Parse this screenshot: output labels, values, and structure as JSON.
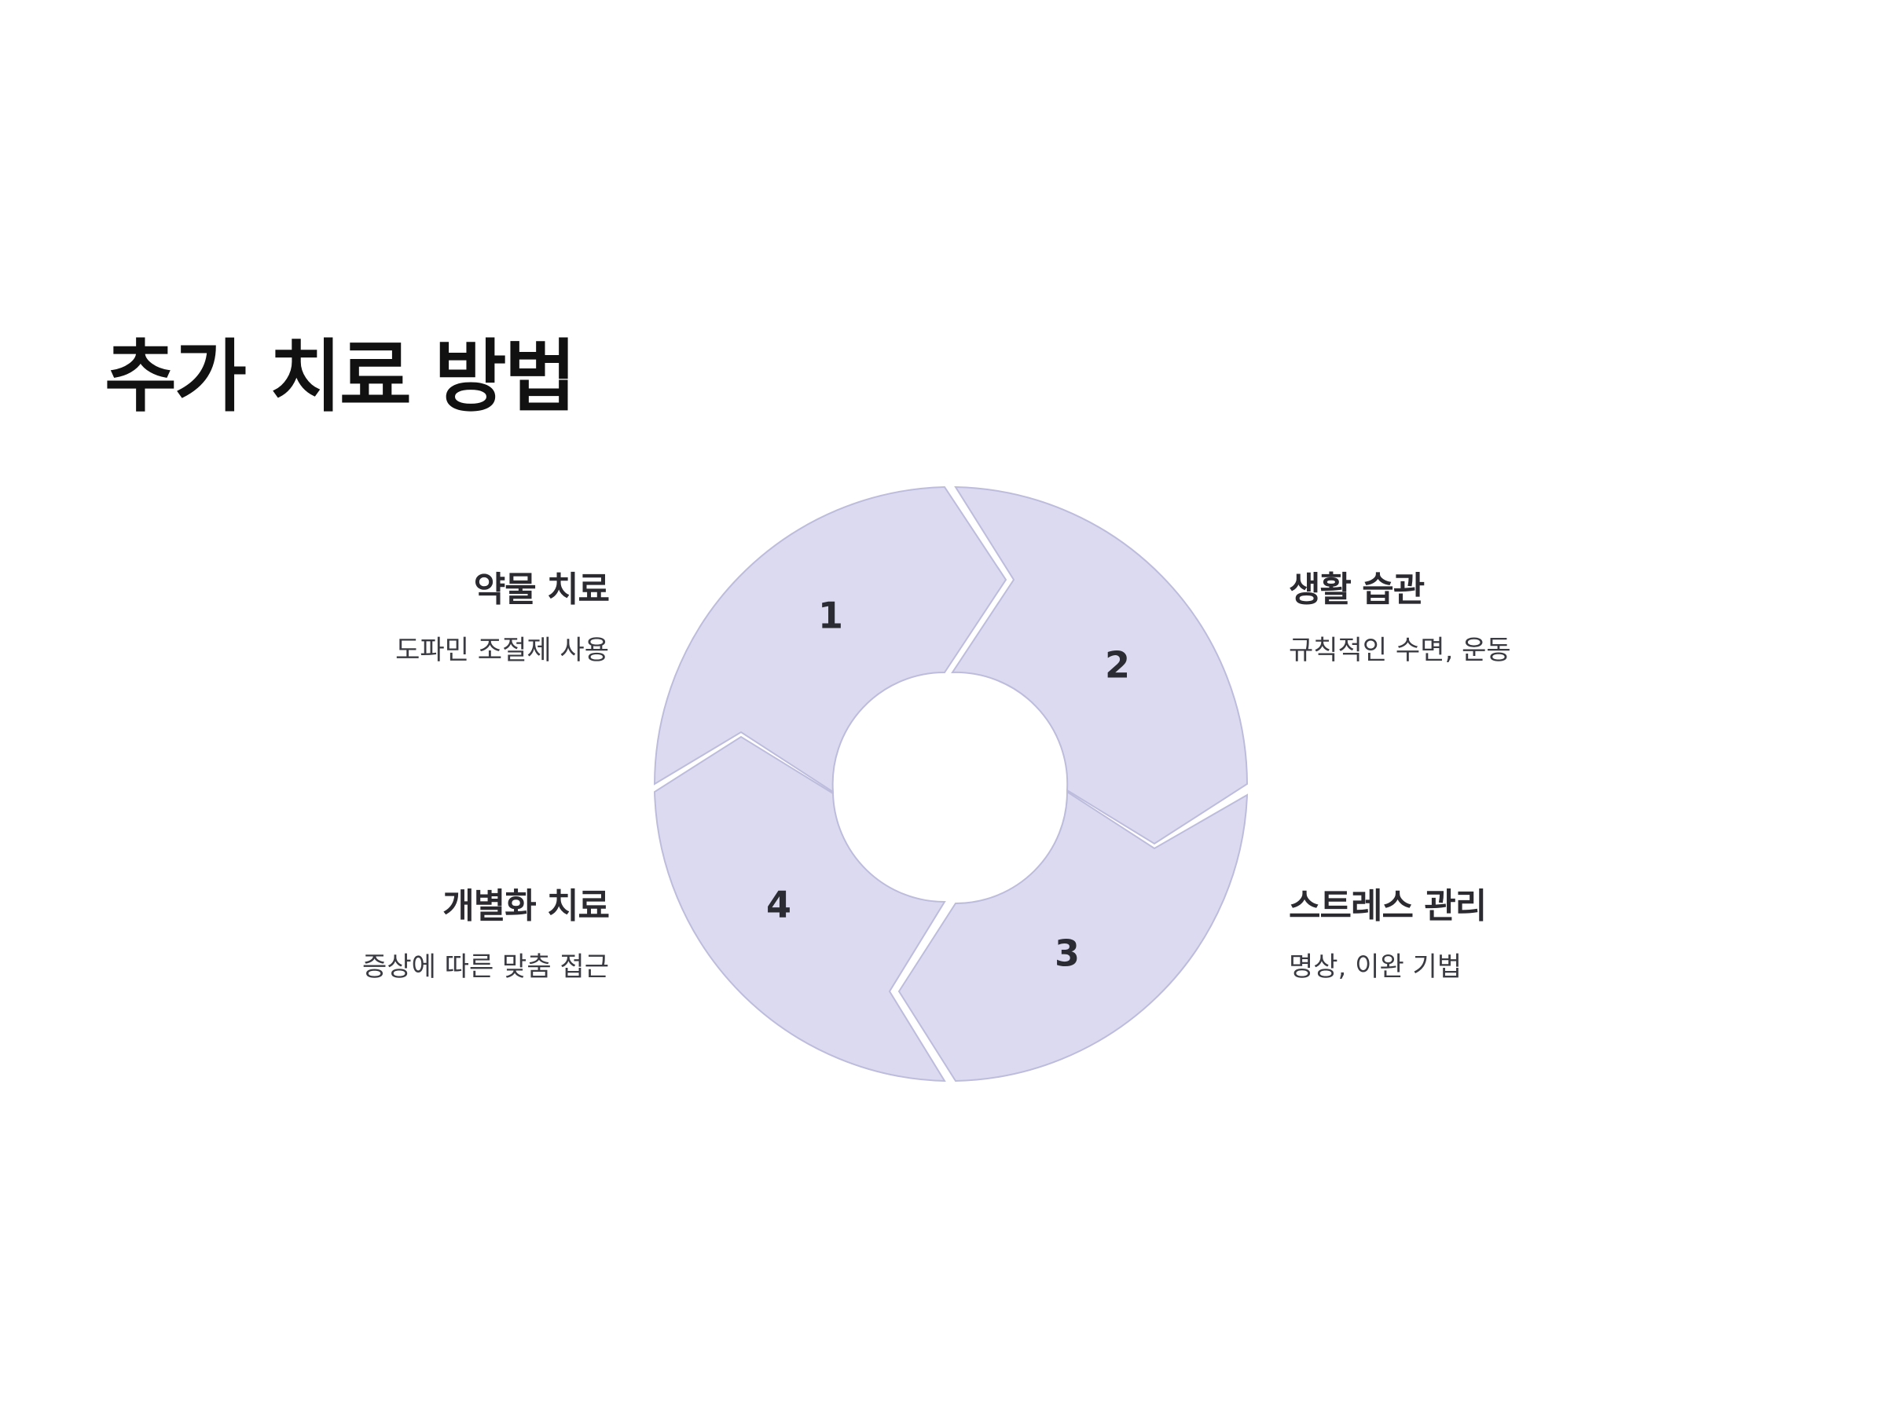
{
  "title": "추가 치료 방법",
  "colors": {
    "segment_fill": "#dbdaf0",
    "segment_stroke": "#bdbcdc",
    "text": "#2a2a30"
  },
  "segments": [
    {
      "number": "1",
      "label": "약물 치료",
      "description": "도파민 조절제 사용"
    },
    {
      "number": "2",
      "label": "생활 습관",
      "description": "규칙적인 수면, 운동"
    },
    {
      "number": "3",
      "label": "스트레스 관리",
      "description": "명상, 이완 기법"
    },
    {
      "number": "4",
      "label": "개별화 치료",
      "description": "증상에 따른 맞춤 접근"
    }
  ]
}
